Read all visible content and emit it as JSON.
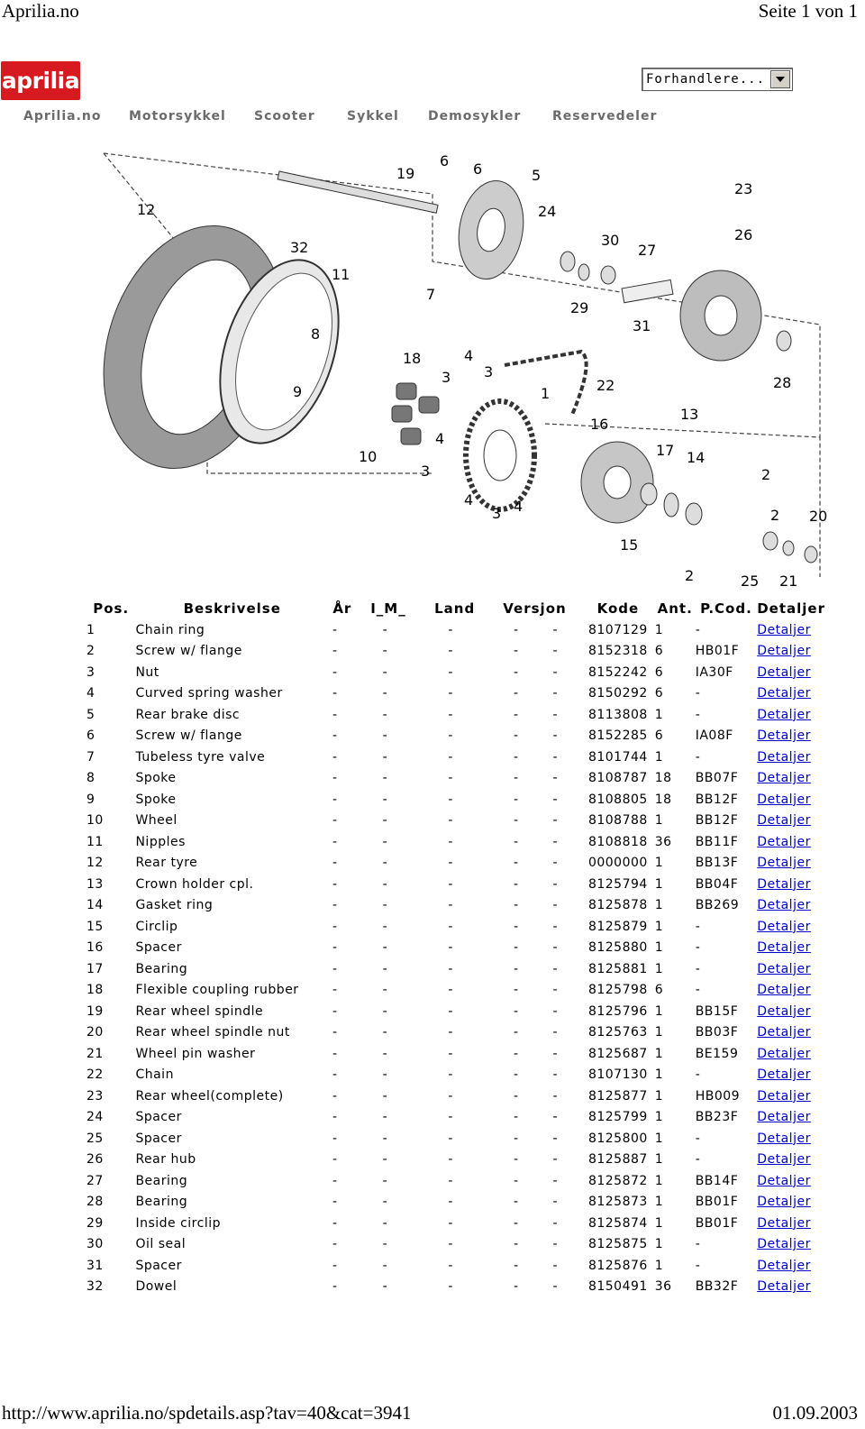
{
  "print_header": {
    "site": "Aprilia.no",
    "page": "Seite 1 von 1"
  },
  "print_footer": {
    "url": "http://www.aprilia.no/spdetails.asp?tav=40&cat=3941",
    "date": "01.09.2003"
  },
  "brand": {
    "logo_text": "aprilia",
    "color": "#d71920"
  },
  "nav": [
    {
      "label": "Aprilia.no"
    },
    {
      "label": "Motorsykkel"
    },
    {
      "label": "Scooter"
    },
    {
      "label": "Sykkel"
    },
    {
      "label": "Demosykler"
    },
    {
      "label": "Reservedeler"
    }
  ],
  "dealer_select": {
    "value": "Forhandlere..."
  },
  "diagram": {
    "callouts": [
      "19",
      "6",
      "6",
      "5",
      "23",
      "12",
      "24",
      "30",
      "27",
      "26",
      "32",
      "11",
      "7",
      "29",
      "31",
      "8",
      "9",
      "18",
      "4",
      "3",
      "1",
      "22",
      "28",
      "16",
      "13",
      "17",
      "14",
      "10",
      "3",
      "4",
      "2",
      "20",
      "2",
      "15",
      "25",
      "21",
      "2",
      "4",
      "3",
      "4",
      "3"
    ]
  },
  "table": {
    "headers": [
      "Pos.",
      "Beskrivelse",
      "År",
      "I_M_",
      "Land",
      "Versjon",
      "Kode",
      "Ant.",
      "P.Cod.",
      "Detaljer"
    ],
    "link_label": "Detaljer",
    "link_color": "#0000cc",
    "rows": [
      {
        "pos": "1",
        "desc": "Chain ring",
        "ar": "-",
        "im": "-",
        "land": "-",
        "versjon": "-",
        "dash5": "-",
        "kode": "8107129",
        "ant": "1",
        "pcod": "-"
      },
      {
        "pos": "2",
        "desc": "Screw w/ flange",
        "ar": "-",
        "im": "-",
        "land": "-",
        "versjon": "-",
        "dash5": "-",
        "kode": "8152318",
        "ant": "6",
        "pcod": "HB01F"
      },
      {
        "pos": "3",
        "desc": "Nut",
        "ar": "-",
        "im": "-",
        "land": "-",
        "versjon": "-",
        "dash5": "-",
        "kode": "8152242",
        "ant": "6",
        "pcod": "IA30F"
      },
      {
        "pos": "4",
        "desc": "Curved spring washer",
        "ar": "-",
        "im": "-",
        "land": "-",
        "versjon": "-",
        "dash5": "-",
        "kode": "8150292",
        "ant": "6",
        "pcod": "-"
      },
      {
        "pos": "5",
        "desc": "Rear brake disc",
        "ar": "-",
        "im": "-",
        "land": "-",
        "versjon": "-",
        "dash5": "-",
        "kode": "8113808",
        "ant": "1",
        "pcod": "-"
      },
      {
        "pos": "6",
        "desc": "Screw w/ flange",
        "ar": "-",
        "im": "-",
        "land": "-",
        "versjon": "-",
        "dash5": "-",
        "kode": "8152285",
        "ant": "6",
        "pcod": "IA08F"
      },
      {
        "pos": "7",
        "desc": "Tubeless tyre valve",
        "ar": "-",
        "im": "-",
        "land": "-",
        "versjon": "-",
        "dash5": "-",
        "kode": "8101744",
        "ant": "1",
        "pcod": "-"
      },
      {
        "pos": "8",
        "desc": "Spoke",
        "ar": "-",
        "im": "-",
        "land": "-",
        "versjon": "-",
        "dash5": "-",
        "kode": "8108787",
        "ant": "18",
        "pcod": "BB07F"
      },
      {
        "pos": "9",
        "desc": "Spoke",
        "ar": "-",
        "im": "-",
        "land": "-",
        "versjon": "-",
        "dash5": "-",
        "kode": "8108805",
        "ant": "18",
        "pcod": "BB12F"
      },
      {
        "pos": "10",
        "desc": "Wheel",
        "ar": "-",
        "im": "-",
        "land": "-",
        "versjon": "-",
        "dash5": "-",
        "kode": "8108788",
        "ant": "1",
        "pcod": "BB12F"
      },
      {
        "pos": "11",
        "desc": "Nipples",
        "ar": "-",
        "im": "-",
        "land": "-",
        "versjon": "-",
        "dash5": "-",
        "kode": "8108818",
        "ant": "36",
        "pcod": "BB11F"
      },
      {
        "pos": "12",
        "desc": "Rear tyre",
        "ar": "-",
        "im": "-",
        "land": "-",
        "versjon": "-",
        "dash5": "-",
        "kode": "0000000",
        "ant": "1",
        "pcod": "BB13F"
      },
      {
        "pos": "13",
        "desc": "Crown holder cpl.",
        "ar": "-",
        "im": "-",
        "land": "-",
        "versjon": "-",
        "dash5": "-",
        "kode": "8125794",
        "ant": "1",
        "pcod": "BB04F"
      },
      {
        "pos": "14",
        "desc": "Gasket ring",
        "ar": "-",
        "im": "-",
        "land": "-",
        "versjon": "-",
        "dash5": "-",
        "kode": "8125878",
        "ant": "1",
        "pcod": "BB269"
      },
      {
        "pos": "15",
        "desc": "Circlip",
        "ar": "-",
        "im": "-",
        "land": "-",
        "versjon": "-",
        "dash5": "-",
        "kode": "8125879",
        "ant": "1",
        "pcod": "-"
      },
      {
        "pos": "16",
        "desc": "Spacer",
        "ar": "-",
        "im": "-",
        "land": "-",
        "versjon": "-",
        "dash5": "-",
        "kode": "8125880",
        "ant": "1",
        "pcod": "-"
      },
      {
        "pos": "17",
        "desc": "Bearing",
        "ar": "-",
        "im": "-",
        "land": "-",
        "versjon": "-",
        "dash5": "-",
        "kode": "8125881",
        "ant": "1",
        "pcod": "-"
      },
      {
        "pos": "18",
        "desc": "Flexible coupling rubber",
        "ar": "-",
        "im": "-",
        "land": "-",
        "versjon": "-",
        "dash5": "-",
        "kode": "8125798",
        "ant": "6",
        "pcod": "-"
      },
      {
        "pos": "19",
        "desc": "Rear wheel spindle",
        "ar": "-",
        "im": "-",
        "land": "-",
        "versjon": "-",
        "dash5": "-",
        "kode": "8125796",
        "ant": "1",
        "pcod": "BB15F"
      },
      {
        "pos": "20",
        "desc": "Rear wheel spindle nut",
        "ar": "-",
        "im": "-",
        "land": "-",
        "versjon": "-",
        "dash5": "-",
        "kode": "8125763",
        "ant": "1",
        "pcod": "BB03F"
      },
      {
        "pos": "21",
        "desc": "Wheel pin washer",
        "ar": "-",
        "im": "-",
        "land": "-",
        "versjon": "-",
        "dash5": "-",
        "kode": "8125687",
        "ant": "1",
        "pcod": "BE159"
      },
      {
        "pos": "22",
        "desc": "Chain",
        "ar": "-",
        "im": "-",
        "land": "-",
        "versjon": "-",
        "dash5": "-",
        "kode": "8107130",
        "ant": "1",
        "pcod": "-"
      },
      {
        "pos": "23",
        "desc": "Rear wheel(complete)",
        "ar": "-",
        "im": "-",
        "land": "-",
        "versjon": "-",
        "dash5": "-",
        "kode": "8125877",
        "ant": "1",
        "pcod": "HB009"
      },
      {
        "pos": "24",
        "desc": "Spacer",
        "ar": "-",
        "im": "-",
        "land": "-",
        "versjon": "-",
        "dash5": "-",
        "kode": "8125799",
        "ant": "1",
        "pcod": "BB23F"
      },
      {
        "pos": "25",
        "desc": "Spacer",
        "ar": "-",
        "im": "-",
        "land": "-",
        "versjon": "-",
        "dash5": "-",
        "kode": "8125800",
        "ant": "1",
        "pcod": "-"
      },
      {
        "pos": "26",
        "desc": "Rear hub",
        "ar": "-",
        "im": "-",
        "land": "-",
        "versjon": "-",
        "dash5": "-",
        "kode": "8125887",
        "ant": "1",
        "pcod": "-"
      },
      {
        "pos": "27",
        "desc": "Bearing",
        "ar": "-",
        "im": "-",
        "land": "-",
        "versjon": "-",
        "dash5": "-",
        "kode": "8125872",
        "ant": "1",
        "pcod": "BB14F"
      },
      {
        "pos": "28",
        "desc": "Bearing",
        "ar": "-",
        "im": "-",
        "land": "-",
        "versjon": "-",
        "dash5": "-",
        "kode": "8125873",
        "ant": "1",
        "pcod": "BB01F"
      },
      {
        "pos": "29",
        "desc": "Inside circlip",
        "ar": "-",
        "im": "-",
        "land": "-",
        "versjon": "-",
        "dash5": "-",
        "kode": "8125874",
        "ant": "1",
        "pcod": "BB01F"
      },
      {
        "pos": "30",
        "desc": "Oil seal",
        "ar": "-",
        "im": "-",
        "land": "-",
        "versjon": "-",
        "dash5": "-",
        "kode": "8125875",
        "ant": "1",
        "pcod": "-"
      },
      {
        "pos": "31",
        "desc": "Spacer",
        "ar": "-",
        "im": "-",
        "land": "-",
        "versjon": "-",
        "dash5": "-",
        "kode": "8125876",
        "ant": "1",
        "pcod": "-"
      },
      {
        "pos": "32",
        "desc": "Dowel",
        "ar": "-",
        "im": "-",
        "land": "-",
        "versjon": "-",
        "dash5": "-",
        "kode": "8150491",
        "ant": "36",
        "pcod": "BB32F"
      }
    ]
  }
}
